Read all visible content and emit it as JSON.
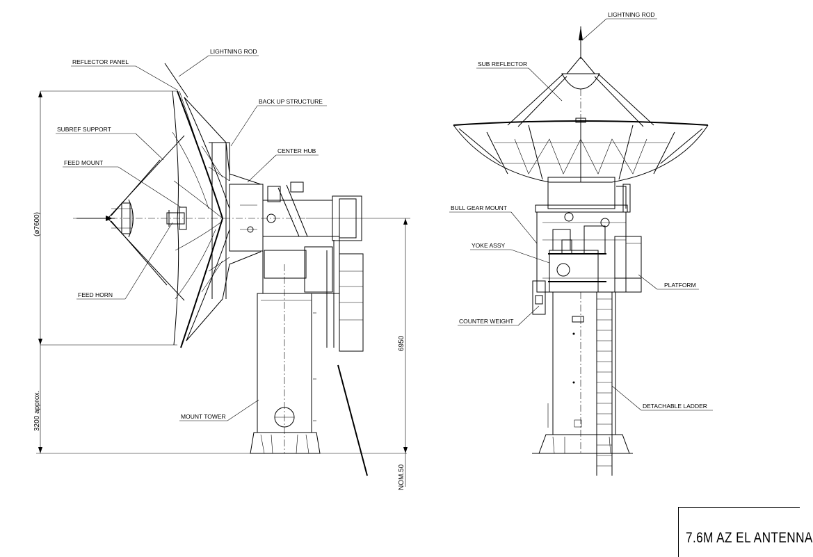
{
  "title": "7.6M AZ EL ANTENNA",
  "side_view": {
    "labels": {
      "reflector_panel": "REFLECTOR PANEL",
      "lightning_rod": "LIGHTNING ROD",
      "back_up_structure": "BACK UP STRUCTURE",
      "subref_support": "SUBREF SUPPORT",
      "center_hub": "CENTER HUB",
      "feed_mount": "FEED MOUNT",
      "feed_horn": "FEED HORN",
      "mount_tower": "MOUNT TOWER"
    },
    "dimensions": {
      "diameter": "(ø7600)",
      "height_below": "3200 approx.",
      "elevation_axis": "6950",
      "foundation": "NOM.50"
    }
  },
  "front_view": {
    "labels": {
      "lightning_rod": "LIGHTNING ROD",
      "sub_reflector": "SUB REFLECTOR",
      "bull_gear_mount": "BULL GEAR MOUNT",
      "yoke_assy": "YOKE ASSY",
      "platform": "PLATFORM",
      "counter_weight": "COUNTER WEIGHT",
      "detachable_ladder": "DETACHABLE LADDER"
    }
  }
}
